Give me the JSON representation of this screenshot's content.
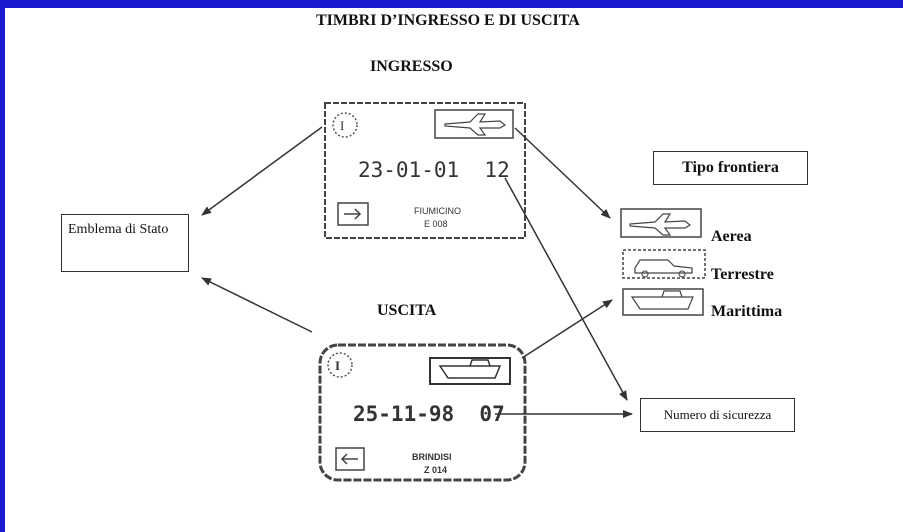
{
  "title": "TIMBRI D’INGRESSO E DI USCITA",
  "entry": {
    "heading": "INGRESSO",
    "country_mark": "I",
    "date_time": "23-01-01  12",
    "place": "FIUMICINO",
    "code": "E 008"
  },
  "exit": {
    "heading": "USCITA",
    "country_mark": "I",
    "date_time": "25-11-98  07",
    "place": "BRINDISI",
    "code": "Z 014"
  },
  "emblem_box": "Emblema di Stato",
  "border_type": {
    "heading": "Tipo frontiera",
    "items": [
      "Aerea",
      "Terrestre",
      "Marittima"
    ]
  },
  "security_box": "Numero di sicurezza"
}
